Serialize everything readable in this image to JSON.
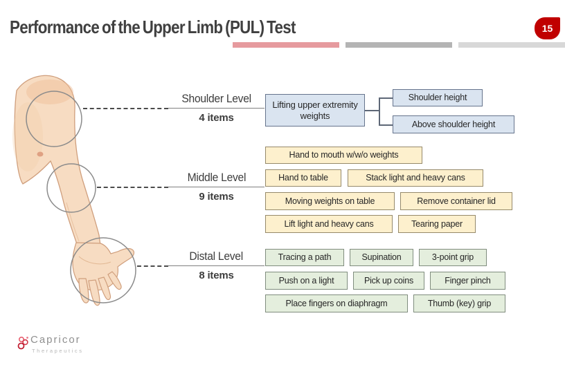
{
  "header": {
    "title": "Performance of the Upper Limb (PUL) Test",
    "page_number": "15"
  },
  "shoulder": {
    "name": "Shoulder Level",
    "count": "4 items",
    "parent": "Lifting upper extremity weights",
    "child1": "Shoulder height",
    "child2": "Above shoulder height"
  },
  "middle": {
    "name": "Middle Level",
    "count": "9 items",
    "r1c1": "Hand to mouth w/w/o weights",
    "r2c1": "Hand to table",
    "r2c2": "Stack light and heavy cans",
    "r3c1": "Moving weights on table",
    "r3c2": "Remove container lid",
    "r4c1": "Lift light and heavy cans",
    "r4c2": "Tearing paper"
  },
  "distal": {
    "name": "Distal Level",
    "count": "8 items",
    "r1c1": "Tracing a path",
    "r1c2": "Supination",
    "r1c3": "3-point grip",
    "r2c1": "Push on a light",
    "r2c2": "Pick up coins",
    "r2c3": "Finger pinch",
    "r3c1": "Place fingers on diaphragm",
    "r3c2": "Thumb (key) grip"
  },
  "footer": {
    "brand": "Capricor",
    "brand_sub": "Therapeutics"
  },
  "colors": {
    "accent_red": "#c00000",
    "accent_bars": [
      "#b1262b",
      "#c9565c",
      "#e69a9e",
      "#b4b4b4",
      "#d8d8d8"
    ],
    "box_blue": "#dae4f0",
    "box_yellow": "#fdf0cd",
    "box_green": "#e4eedd"
  }
}
